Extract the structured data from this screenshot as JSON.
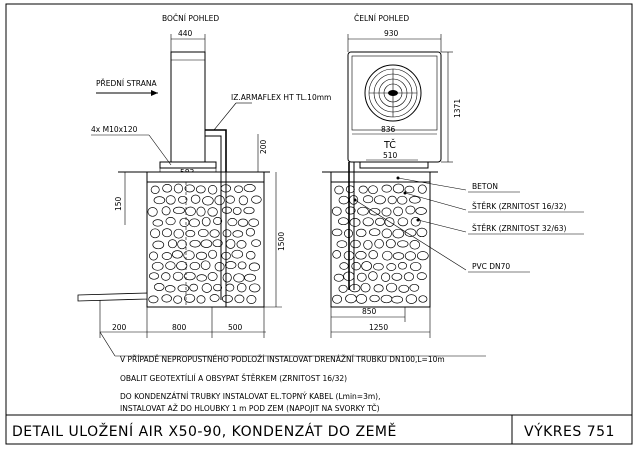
{
  "views": {
    "side_title": "BOČNÍ POHLED",
    "front_title": "ČELNÍ POHLED",
    "front_side_label": "PŘEDNÍ STRANA"
  },
  "labels": {
    "insulation": "IZ.ARMAFLEX HT TL.10mm",
    "bolts": "4x M10x120",
    "tc": "TČ",
    "beton": "BETON",
    "gravel_fine": "ŠTĚRK (ZRNITOST 16/32)",
    "gravel_coarse": "ŠTĚRK (ZRNITOST 32/63)",
    "pvc": "PVC DN70"
  },
  "dimensions": {
    "side_width": "440",
    "side_base": "583",
    "side_offset": "200",
    "side_concrete": "150",
    "side_depth": "1500",
    "bottom_left": "200",
    "bottom_mid": "800",
    "bottom_right": "500",
    "front_width": "930",
    "front_height": "1371",
    "front_inner": "836",
    "front_feet": "510",
    "front_pipe": "850",
    "front_total": "1250"
  },
  "notes": [
    "V PŘÍPADĚ NEPROPUSTNÉHO PODLOŽÍ INSTALOVAT DRENÁŽNÍ TRUBKU DN100,L=10m",
    "OBALIT GEOTEXTÍLIÍ A OBSYPAT ŠTĚRKEM (ZRNITOST 16/32)",
    "DO KONDENZÁTNÍ TRUBKY INSTALOVAT EL.TOPNÝ KABEL (Lmin=3m),",
    "INSTALOVAT AŽ DO HLOUBKY 1 m POD ZEM (NAPOJIT NA SVORKY TČ)"
  ],
  "title_block": {
    "title": "DETAIL ULOŽENÍ AIR X50-90, KONDENZÁT DO ZEMĚ",
    "sheet": "VÝKRES 751"
  }
}
